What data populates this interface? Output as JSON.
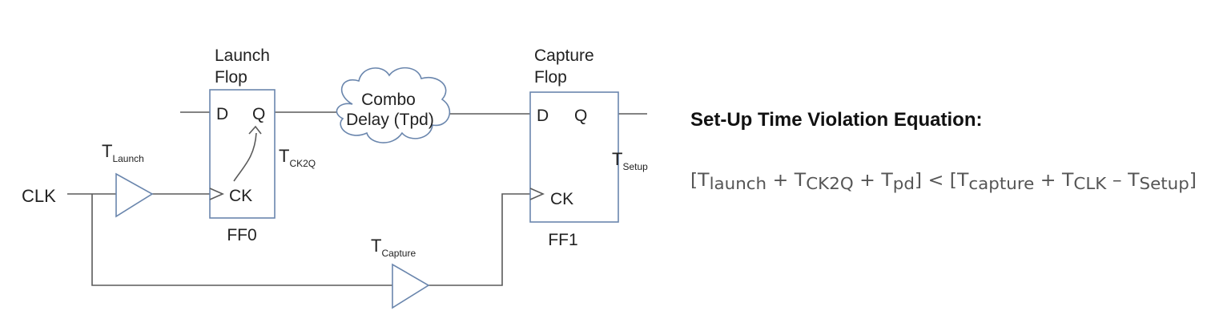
{
  "diagram": {
    "clk_label": "CLK",
    "launch_flop": {
      "title_line1": "Launch",
      "title_line2": "Flop",
      "d_pin": "D",
      "q_pin": "Q",
      "ck_pin": "CK",
      "name": "FF0"
    },
    "capture_flop": {
      "title_line1": "Capture",
      "title_line2": "Flop",
      "d_pin": "D",
      "q_pin": "Q",
      "ck_pin": "CK",
      "name": "FF1"
    },
    "combo": {
      "line1": "Combo",
      "line2": "Delay (Tpd)"
    },
    "t_launch": {
      "main": "T",
      "sub": "Launch"
    },
    "t_ck2q": {
      "main": "T",
      "sub": "CK2Q"
    },
    "t_setup": {
      "main": "T",
      "sub": "Setup"
    },
    "t_capture": {
      "main": "T",
      "sub": "Capture"
    },
    "colors": {
      "wire": "#5a5a5a",
      "component": "#6a86ad"
    }
  },
  "equation": {
    "title": "Set-Up Time Violation Equation:",
    "open1": "[",
    "t": "T",
    "launch": "launch",
    "plus": " + ",
    "ck2q": "CK2Q",
    "pd": "pd",
    "close_lt": "] < [",
    "capture": "capture",
    "clk": "CLK",
    "minus": " – ",
    "setup": "Setup",
    "close2": "]"
  }
}
